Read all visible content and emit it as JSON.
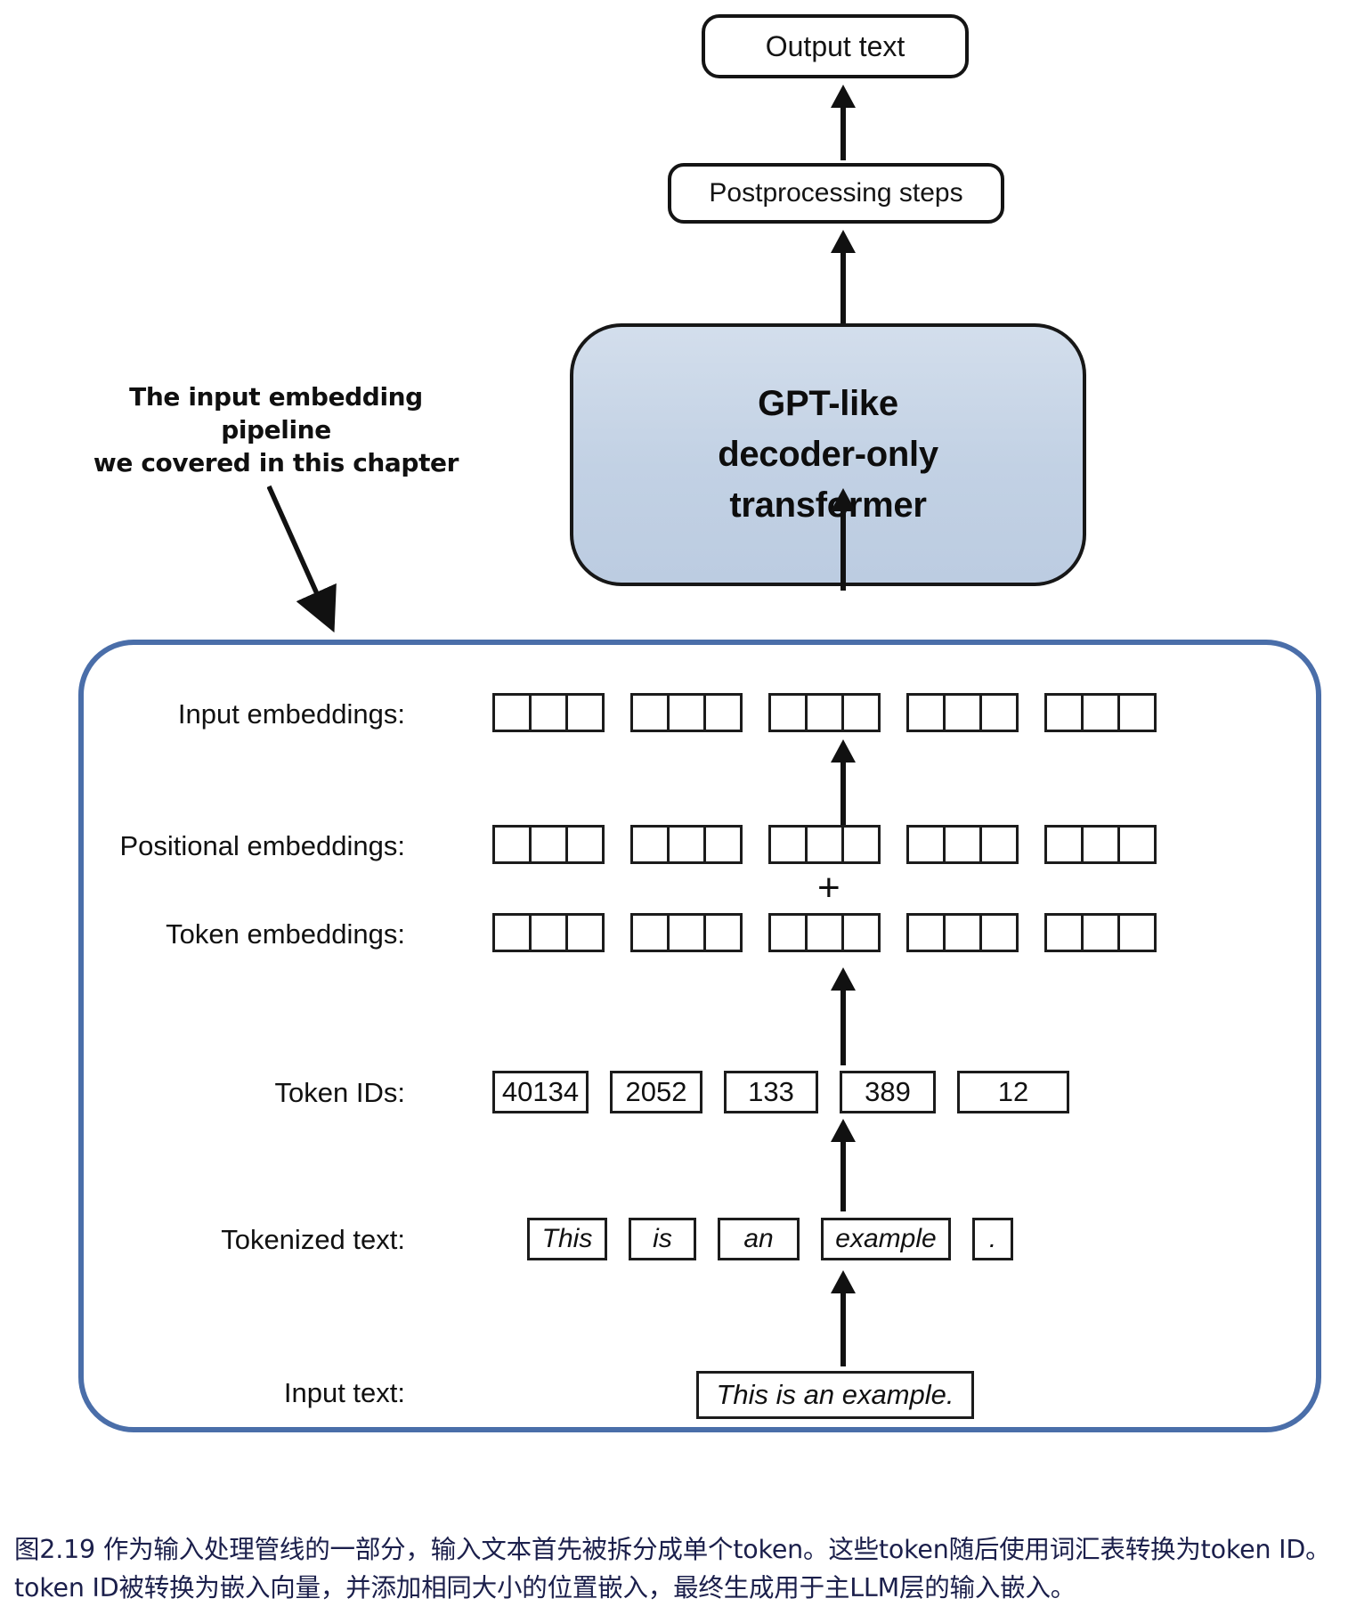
{
  "figure": {
    "top_flow": {
      "output_text_label": "Output text",
      "postprocessing_label": "Postprocessing steps",
      "transformer_lines": [
        "GPT-like",
        "decoder-only",
        "transformer"
      ]
    },
    "annotation": {
      "line1": "The input embedding pipeline",
      "line2": "we covered in this chapter"
    },
    "rows": {
      "input_embeddings_label": "Input embeddings:",
      "positional_embeddings_label": "Positional embeddings:",
      "token_embeddings_label": "Token embeddings:",
      "token_ids_label": "Token IDs:",
      "tokenized_text_label": "Tokenized text:",
      "input_text_label": "Input text:"
    },
    "operator": "+",
    "embedding_groups": 5,
    "embedding_cells_per_group": 3,
    "token_ids": [
      "40134",
      "2052",
      "133",
      "389",
      "12"
    ],
    "tokens": [
      "This",
      "is",
      "an",
      "example",
      "."
    ],
    "input_text": "This is an example.",
    "colors": {
      "pipeline_border": "#4a6ea9",
      "transformer_fill": "#c2d1e4",
      "outline": "#141414",
      "caption_text": "#1b1f4b"
    }
  },
  "caption": {
    "text": "图2.19 作为输入处理管线的一部分，输入文本首先被拆分成单个token。这些token随后使用词汇表转换为token ID。token ID被转换为嵌入向量，并添加相同大小的位置嵌入，最终生成用于主LLM层的输入嵌入。"
  }
}
